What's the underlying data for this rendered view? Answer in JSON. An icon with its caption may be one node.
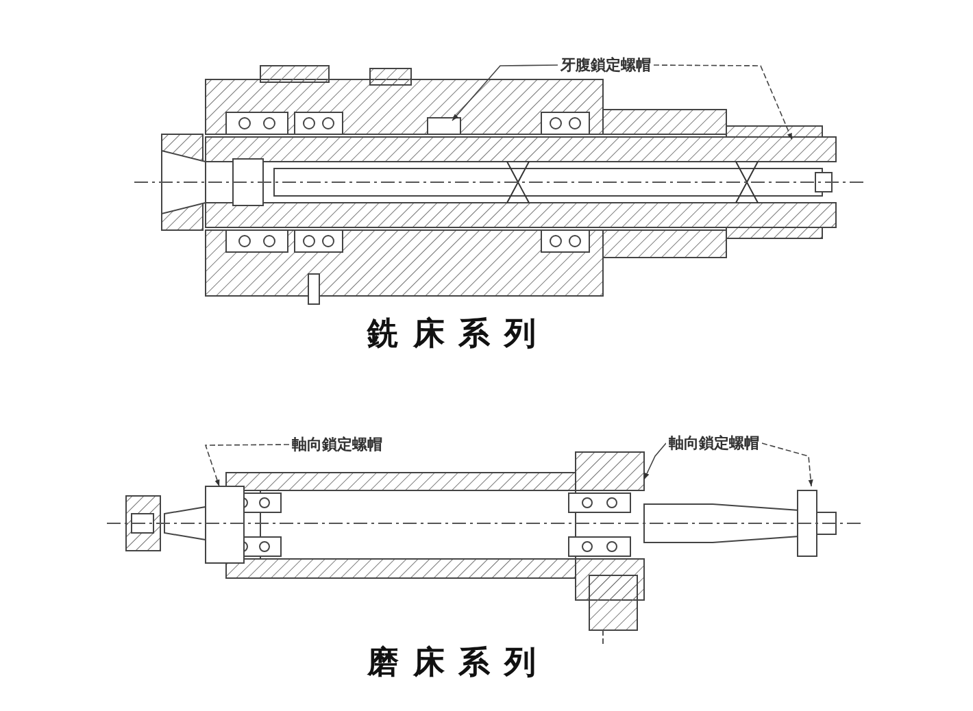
{
  "diagram": {
    "nodes": [
      {
        "text": [
          "牙腹鎖定螺帽"
        ]
      },
      {
        "text": [
          "軸向鎖定螺帽"
        ]
      },
      {
        "text": [
          "軸向鎖定螺帽"
        ]
      }
    ],
    "edges": [
      {
        "from": 0,
        "to": null,
        "arrow": "to"
      },
      {
        "from": 0,
        "to": null,
        "arrow": "to",
        "style": "dashed"
      },
      {
        "from": 1,
        "to": null,
        "arrow": "to",
        "style": "dashed"
      },
      {
        "from": 2,
        "to": null,
        "arrow": "to"
      },
      {
        "from": 2,
        "to": null,
        "arrow": "to",
        "style": "dashed"
      }
    ],
    "labels": [
      "銑床系列",
      "磨床系列"
    ]
  }
}
